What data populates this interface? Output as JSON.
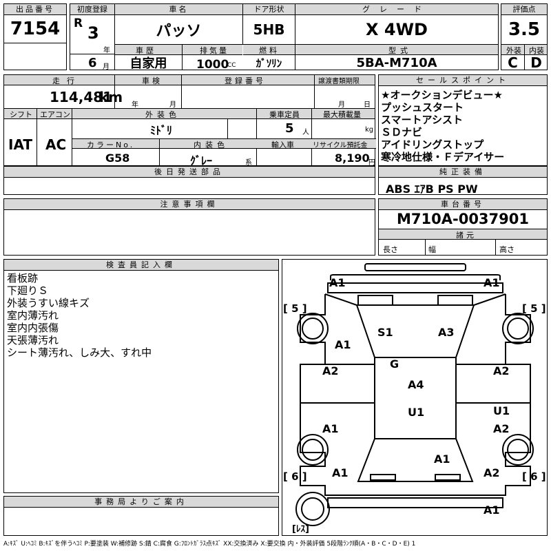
{
  "header": {
    "lot_label": "出品番号",
    "lot": "7154",
    "first_reg_label": "初度登録",
    "era": "R",
    "reg_year": "3",
    "year_unit": "年",
    "reg_month": "6",
    "month_unit": "月",
    "name_label": "車名",
    "name": "パッソ",
    "door_label": "ドア形状",
    "door": "5HB",
    "grade_label": "グレード",
    "grade": "X 4WD",
    "score_label": "評価点",
    "score": "3.5",
    "history_label": "車歴",
    "history": "自家用",
    "disp_label": "排気量",
    "disp": "1000",
    "disp_unit": "CC",
    "fuel_label": "燃料",
    "fuel": "ｶﾞｿﾘﾝ",
    "model_label": "型式",
    "model": "5BA-M710A",
    "ext_label": "外装",
    "ext": "C",
    "int_label": "内装",
    "int": "D"
  },
  "row2": {
    "mileage_label": "走行",
    "mileage": "114,481",
    "mileage_unit": "km",
    "inspection_label": "車検",
    "insp_year_unit": "年",
    "insp_month_unit": "月",
    "reg_no_label": "登録番号",
    "transfer_label": "譲渡書類期限",
    "transfer_month_unit": "月",
    "transfer_day_unit": "日",
    "shift_label": "シフト",
    "shift": "IAT",
    "ac_label": "エアコン",
    "ac": "AC",
    "color_label": "外装色",
    "color": "ﾐﾄﾞﾘ",
    "capacity_label": "乗車定員",
    "capacity": "5",
    "capacity_unit": "人",
    "maxload_label": "最大積載量",
    "maxload_unit": "kg",
    "colorno_label": "カラーNo.",
    "colorno": "G58",
    "intcolor_label": "内装色",
    "intcolor": "ｸﾞﾚｰ",
    "intcolor_unit": "系",
    "import_label": "輸入車",
    "recycle_label": "リサイクル預託金",
    "recycle": "8,190",
    "recycle_unit": "円",
    "later_label": "後日発送部品"
  },
  "sales": {
    "label": "セールスポイント",
    "items": [
      "★オークションデビュー★",
      "プッシュスタート",
      "スマートアシスト",
      "ＳＤナビ",
      "アイドリングストップ",
      "寒冷地仕様・Ｆデアイサー"
    ]
  },
  "equipment": {
    "label": "純正装備",
    "value": "ABS ｴｱB PS PW"
  },
  "notes": {
    "label": "注意事項欄"
  },
  "chassis": {
    "label": "車台番号",
    "value": "M710A-0037901",
    "dims_label": "諸元",
    "length_label": "長さ",
    "width_label": "幅",
    "height_label": "高さ"
  },
  "inspector": {
    "label": "検査員記入欄",
    "lines": [
      "看板跡",
      "下廻りＳ",
      "外装うすい線キズ",
      "室内薄汚れ",
      "室内内張傷",
      "天張薄汚れ",
      "シート薄汚れ、しみ大、すれ中"
    ]
  },
  "office": {
    "label": "事務局よりご案内"
  },
  "diagram": {
    "tire_fl": "[ 5 ]",
    "tire_fr": "[ 5 ]",
    "tire_rl": "[ 6 ]",
    "tire_rr": "[ 6 ]",
    "spare": "[ﾚｽ]",
    "marks": {
      "front_bumper_l": "A1",
      "front_bumper_r": "A1",
      "fender_l": "A1",
      "hood_l": "S1",
      "hood_r": "A3",
      "roof": "G",
      "door_fl": "A2",
      "door_fr": "A2",
      "roof_center": "A4",
      "interior": "U1",
      "door_rl": "A1",
      "door_rr_u": "U1",
      "door_rr_a": "A2",
      "trunk": "A1",
      "quarter_l": "A1",
      "quarter_r": "A2",
      "rear_bumper": "A1"
    }
  },
  "legend": "A:ｷｽﾞ U:ﾍｺﾐ B:ｷｽﾞを伴うﾍｺﾐ P:要塗装 W:補修跡 S:錆 C:腐食 G:ﾌﾛﾝﾄｶﾞﾗｽ点ｷｽﾞ XX:交換済み X:要交換 内・外装評価 5段階ﾗﾝｸ順(A・B・C・D・E) 1"
}
